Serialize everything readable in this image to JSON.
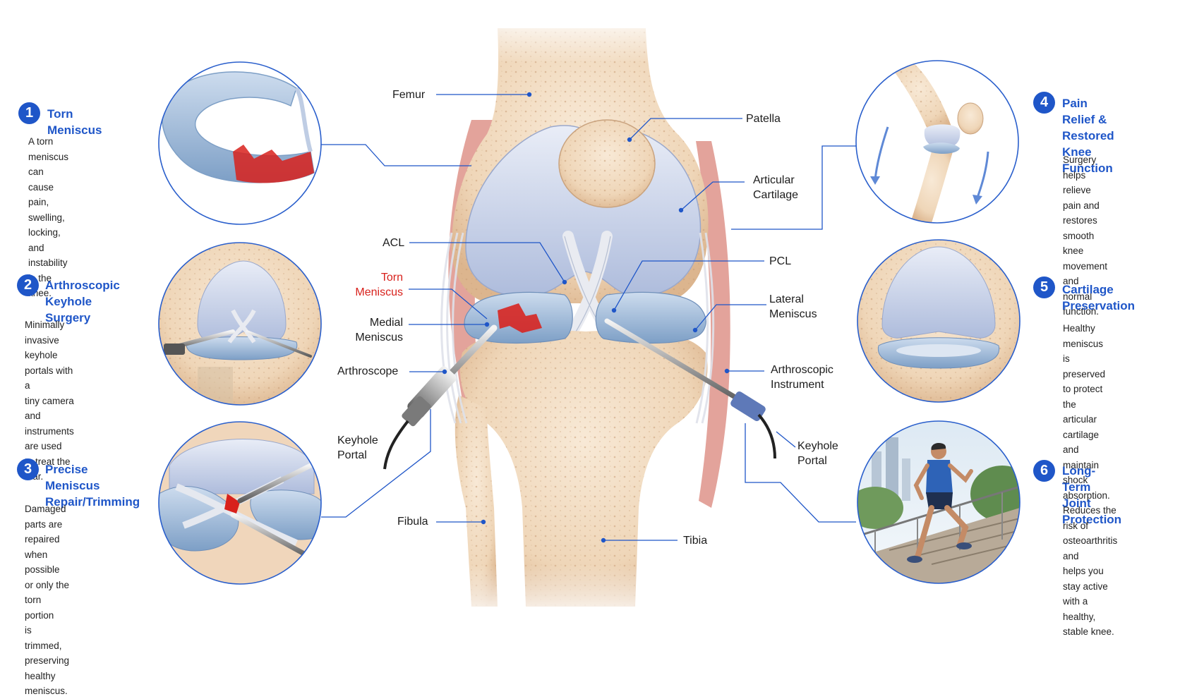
{
  "colors": {
    "accent": "#1f56c8",
    "torn": "#d8211c",
    "bone": "#f0d9bd",
    "cartilage": "#c9d3ea",
    "meniscus": "#9fbbd9"
  },
  "sections": [
    {
      "number": "1",
      "title": "Torn Meniscus",
      "description": "A torn meniscus can\ncause pain, swelling,\nlocking, and instability\nin the knee."
    },
    {
      "number": "2",
      "title": "Arthroscopic\nKeyhole Surgery",
      "description": "Minimally invasive\nkeyhole portals with a\ntiny camera and\ninstruments are used\nto treat the tear."
    },
    {
      "number": "3",
      "title": "Precise Meniscus\nRepair/Trimming",
      "description": "Damaged parts are\nrepaired when possible\nor only the torn portion\nis trimmed, preserving\nhealthy meniscus."
    },
    {
      "number": "4",
      "title": "Pain Relief &\nRestored Knee\nFunction",
      "description": "Surgery helps relieve\npain and restores smooth\nknee movement and\nnormal function."
    },
    {
      "number": "5",
      "title": "Cartilage\nPreservation",
      "description": "Healthy meniscus is\npreserved to protect\nthe articular cartilage\nand maintain shock\nabsorption."
    },
    {
      "number": "6",
      "title": "Long-Term Joint\nProtection",
      "description": "Reduces the risk of\nosteoarthritis and\nhelps you stay active\nwith a healthy,\nstable knee."
    }
  ],
  "labels": {
    "femur": "Femur",
    "patella": "Patella",
    "articular_cartilage": "Articular\nCartilage",
    "acl": "ACL",
    "pcl": "PCL",
    "torn_meniscus": "Torn\nMeniscus",
    "medial_meniscus": "Medial\nMeniscus",
    "lateral_meniscus": "Lateral\nMeniscus",
    "arthroscope": "Arthroscope",
    "arthroscopic_instrument": "Arthroscopic\nInstrument",
    "keyhole_portal_left": "Keyhole\nPortal",
    "keyhole_portal_right": "Keyhole\nPortal",
    "fibula": "Fibula",
    "tibia": "Tibia"
  }
}
